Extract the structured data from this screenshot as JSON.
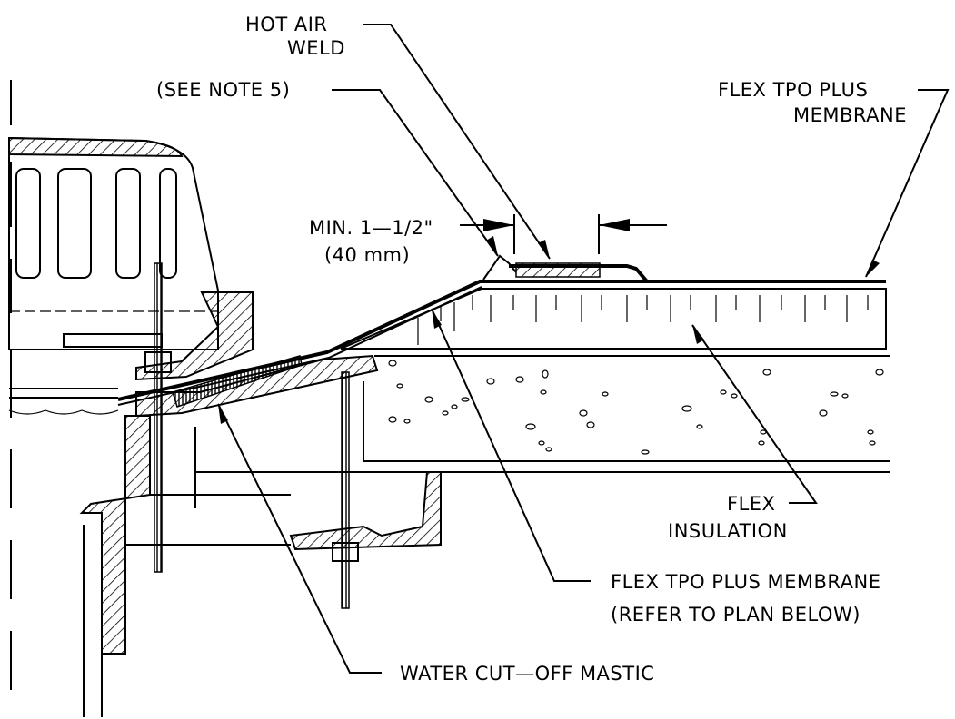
{
  "labels": {
    "hot_air_1": "HOT AIR",
    "hot_air_2": "WELD",
    "see_note": "(SEE NOTE 5)",
    "flex_tpo_top_1": "FLEX TPO PLUS",
    "flex_tpo_top_2": "MEMBRANE",
    "min_1": "MIN. 1—1/2\"",
    "min_2": "(40 mm)",
    "flex_ins_1": "FLEX",
    "flex_ins_2": "INSULATION",
    "flex_tpo_bot_1": "FLEX TPO PLUS MEMBRANE",
    "flex_tpo_bot_2": "(REFER TO PLAN BELOW)",
    "mastic": "WATER CUT—OFF MASTIC"
  },
  "colors": {
    "line": "#000000",
    "background": "#ffffff"
  }
}
